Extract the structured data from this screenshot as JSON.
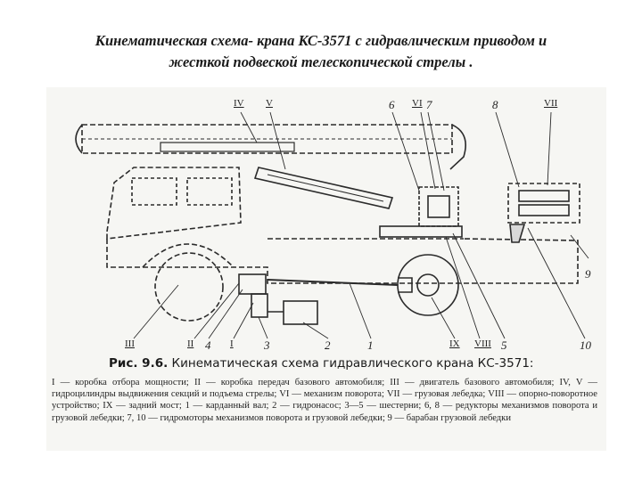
{
  "slide": {
    "title_line1": "Кинематическая схема- крана КС-3571 с гидравлическим приводом и",
    "title_line2": "жесткой подвеской телескопической стрелы ."
  },
  "figure": {
    "label": "Рис. 9.6.",
    "title": "Кинематическая схема гидравлического крана КС-3571:",
    "caption": "I — коробка отбора мощности; II — коробка передач базового автомобиля; III — двигатель базового автомобиля; IV, V — гидроцилиндры выдвижения секций и подъема стрелы; VI — механизм поворота; VII — грузовая лебедка; VIII — опорно-поворотное устройство; IX — задний мост; 1 — карданный вал; 2 — гидронасос; 3—5 — шестерни; 6, 8 — редукторы механизмов поворота и грузовой лебедки; 7, 10 — гидромоторы механизмов поворота и грузовой лебедки; 9 — барабан грузовой лебедки",
    "callouts": {
      "IV": "IV",
      "V": "V",
      "6": "6",
      "VI": "VI",
      "7": "7",
      "8": "8",
      "VII": "VII",
      "9": "9",
      "III": "III",
      "II": "II",
      "4": "4",
      "I": "I",
      "3": "3",
      "2": "2",
      "1": "1",
      "IX": "IX",
      "VIII": "VIII",
      "5": "5",
      "10": "10"
    }
  }
}
